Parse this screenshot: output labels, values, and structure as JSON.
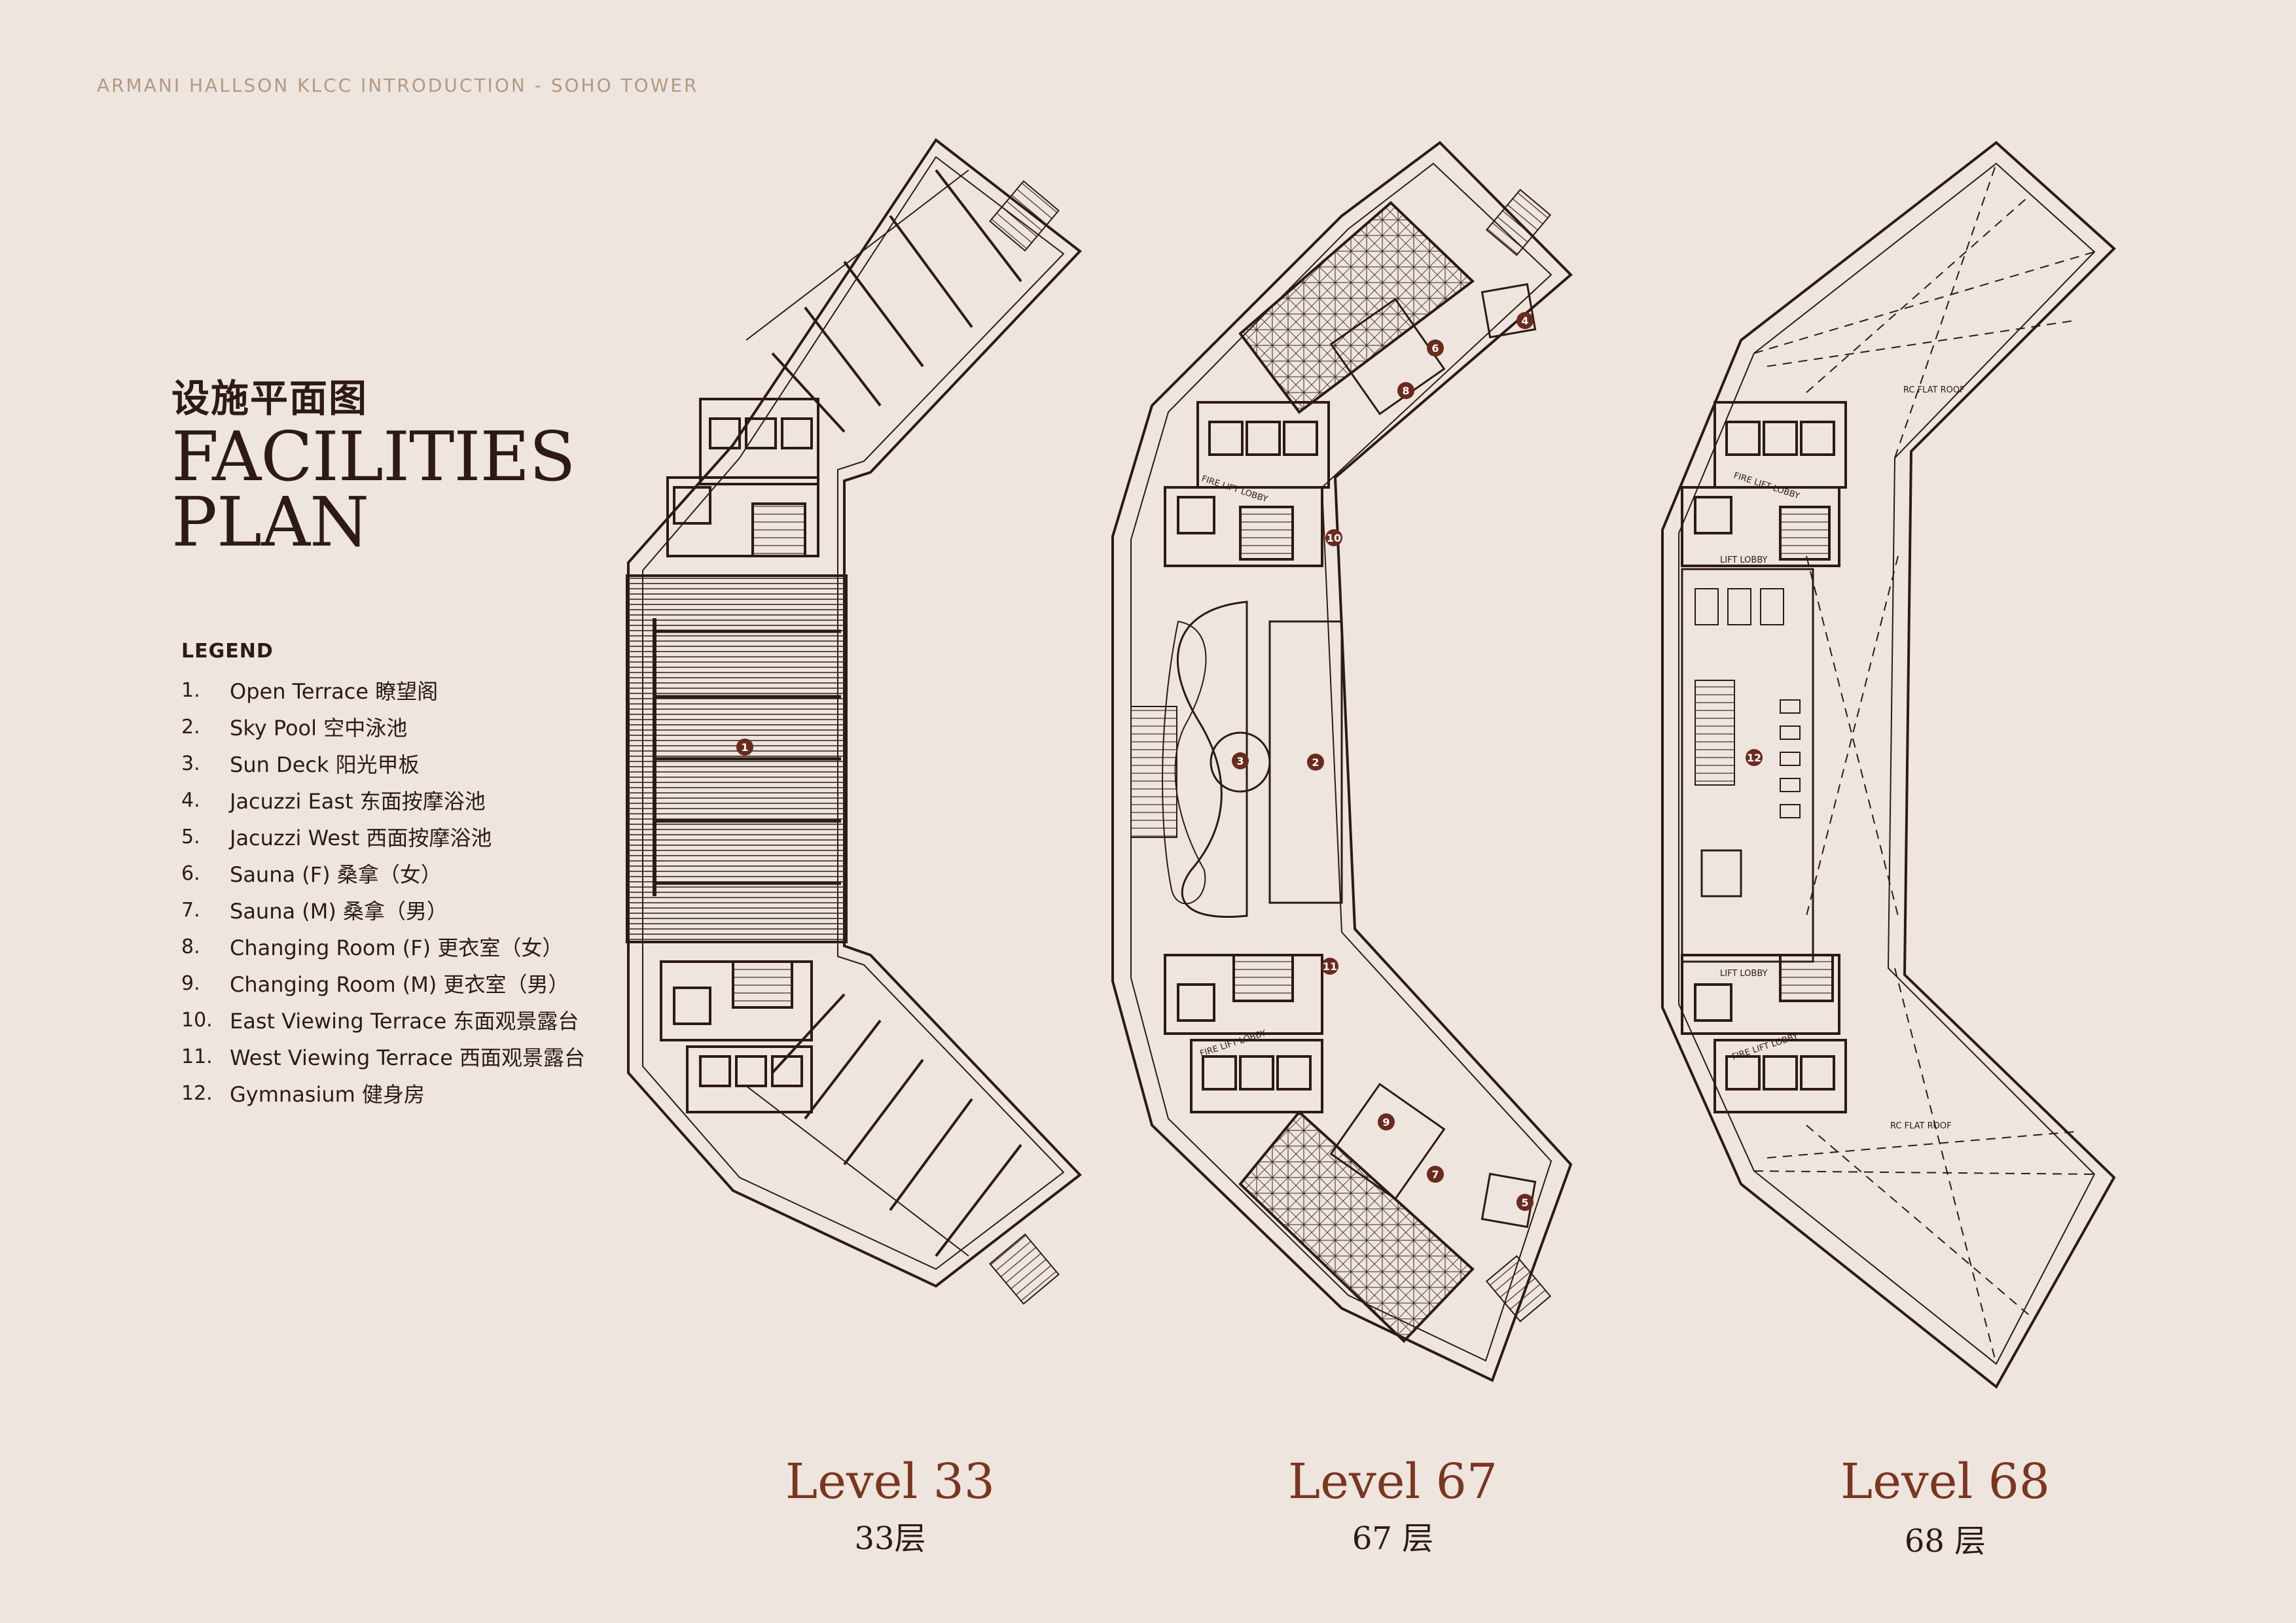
{
  "header": "ARMANI HALLSON KLCC INTRODUCTION - SOHO TOWER",
  "title_cn": "设施平面图",
  "title_en": "FACILITIES PLAN",
  "legend": {
    "title": "LEGEND",
    "items": [
      {
        "num": "1.",
        "label": "Open Terrace 瞭望阁"
      },
      {
        "num": "2.",
        "label": "Sky Pool 空中泳池"
      },
      {
        "num": "3.",
        "label": "Sun Deck 阳光甲板"
      },
      {
        "num": "4.",
        "label": "Jacuzzi East 东面按摩浴池"
      },
      {
        "num": "5.",
        "label": "Jacuzzi West 西面按摩浴池"
      },
      {
        "num": "6.",
        "label": "Sauna (F) 桑拿（女）"
      },
      {
        "num": "7.",
        "label": "Sauna (M) 桑拿（男）"
      },
      {
        "num": "8.",
        "label": "Changing Room (F) 更衣室（女）"
      },
      {
        "num": "9.",
        "label": "Changing Room (M) 更衣室（男）"
      },
      {
        "num": "10.",
        "label": "East Viewing Terrace 东面观景露台"
      },
      {
        "num": "11.",
        "label": "West Viewing Terrace 西面观景露台"
      },
      {
        "num": "12.",
        "label": "Gymnasium 健身房"
      }
    ]
  },
  "levels": [
    {
      "title": "Level 33",
      "subtitle": "33层"
    },
    {
      "title": "Level 67",
      "subtitle": "67 层"
    },
    {
      "title": "Level 68",
      "subtitle": "68 层"
    }
  ],
  "plan_labels": {
    "fire_lift_lobby": "FIRE LIFT LOBBY",
    "lift_lobby": "LIFT LOBBY",
    "rc_flat_roof": "RC FLAT ROOF"
  },
  "markers": {
    "m1": "1",
    "m2": "2",
    "m3": "3",
    "m4": "4",
    "m5": "5",
    "m6": "6",
    "m7": "7",
    "m8": "8",
    "m9": "9",
    "m10": "10",
    "m11": "11",
    "m12": "12"
  }
}
